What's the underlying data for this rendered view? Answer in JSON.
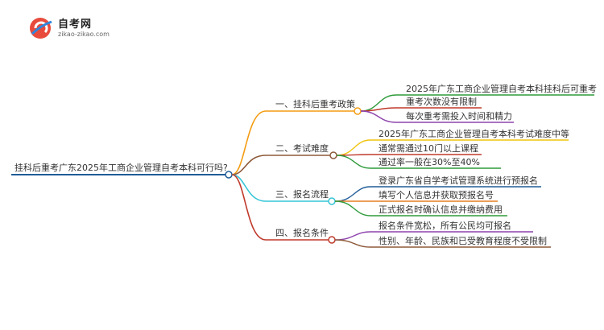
{
  "logo": {
    "brand": "自考网",
    "domain": "zikao-zikao.com"
  },
  "colors": {
    "root": "#1f5c99",
    "branch1": "#f39c12",
    "branch2": "#8e5a3a",
    "branch3": "#36c5d6",
    "branch4": "#c0392b",
    "leafGreen": "#2e9b3a",
    "leafRed": "#c0392b",
    "leafPurple": "#8e44ad",
    "leafYellow": "#f1c40f",
    "leafBlue": "#1f5c99",
    "leafCyan": "#1abc9c",
    "leafOrange": "#e67e22"
  },
  "mindmap": {
    "root": "挂科后重考广东2025年工商企业管理自考本科可行吗?",
    "branches": [
      {
        "label": "一、挂科后重考政策",
        "children": [
          "2025年广东工商企业管理自考本科挂科后可重考",
          "重考次数没有限制",
          "每次重考需投入时间和精力"
        ]
      },
      {
        "label": "二、考试难度",
        "children": [
          "2025年广东工商企业管理自考本科考试难度中等",
          "通常需通过10门以上课程",
          "通过率一般在30%至40%"
        ]
      },
      {
        "label": "三、报名流程",
        "children": [
          "登录广东省自学考试管理系统进行预报名",
          "填写个人信息并获取预报名号",
          "正式报名时确认信息并缴纳费用"
        ]
      },
      {
        "label": "四、报名条件",
        "children": [
          "报名条件宽松，所有公民均可报名",
          "性别、年龄、民族和已受教育程度不受限制"
        ]
      }
    ]
  }
}
